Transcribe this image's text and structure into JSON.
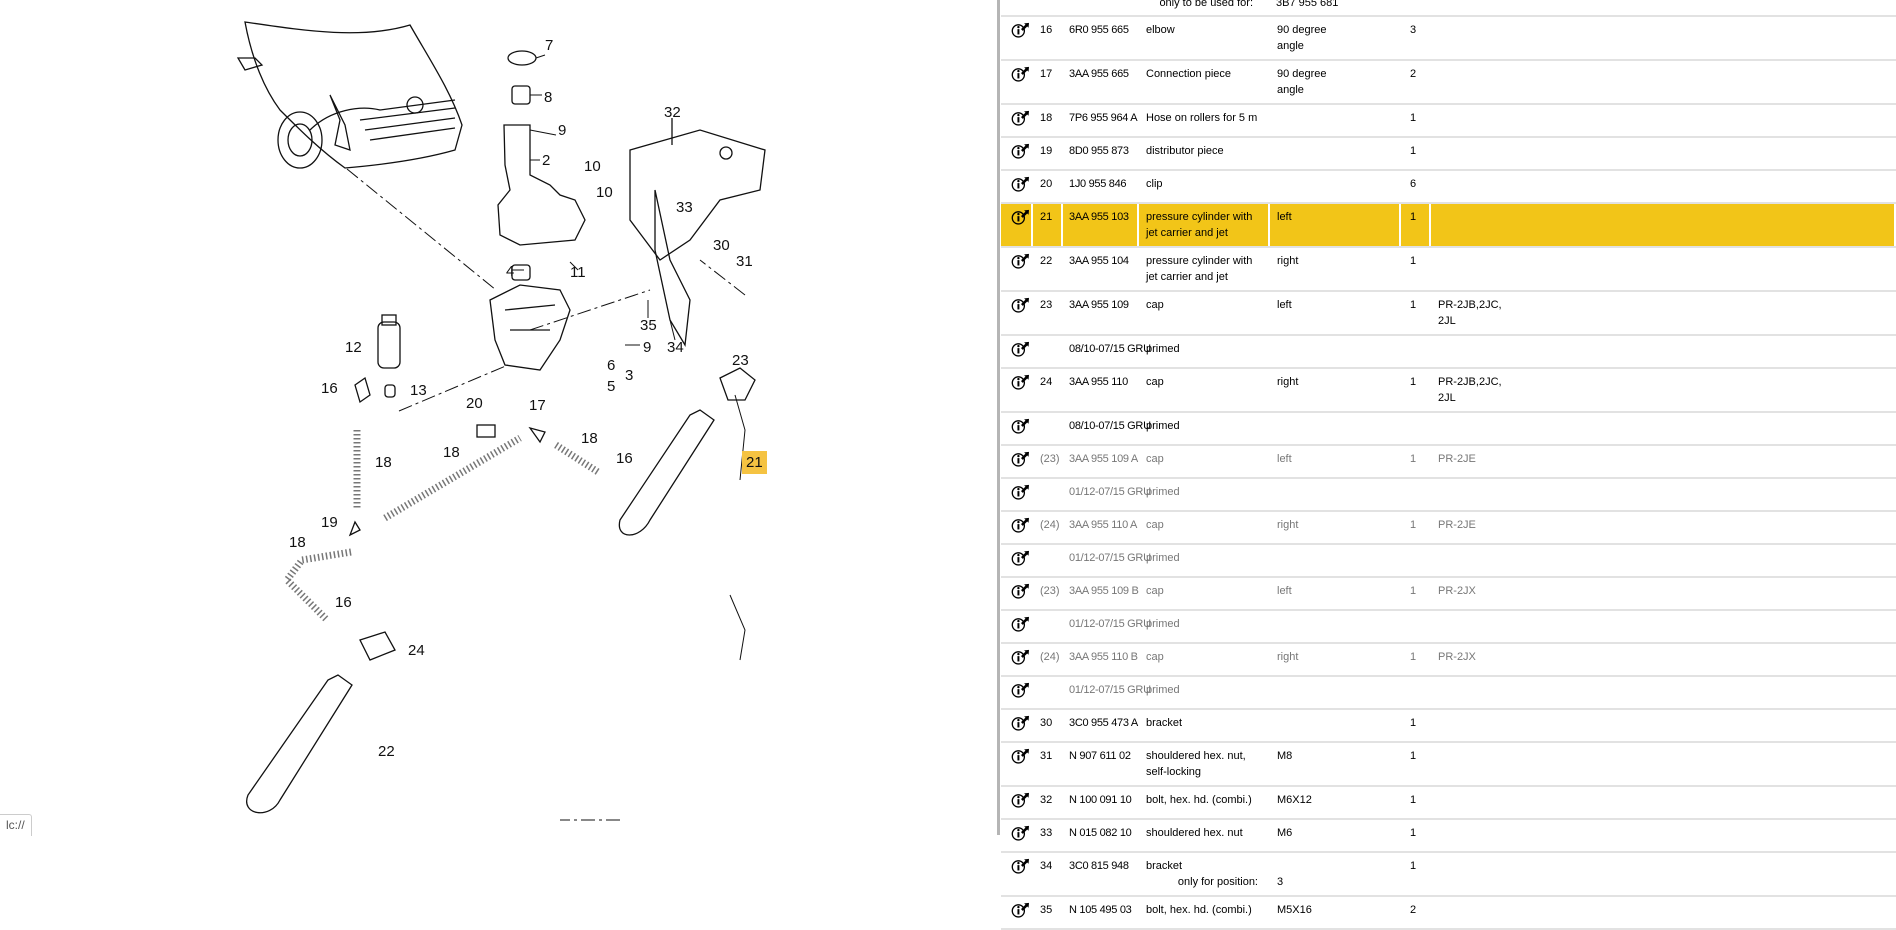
{
  "status_bar": {
    "text": "lc://"
  },
  "diagram": {
    "highlight_color": "#f5c342",
    "labels": {
      "l7": "7",
      "l8": "8",
      "l9a": "9",
      "l2": "2",
      "l10a": "10",
      "l10b": "10",
      "l32": "32",
      "l33": "33",
      "l30": "30",
      "l31": "31",
      "l4": "4",
      "l11": "11",
      "l35": "35",
      "l34": "34",
      "l9b": "9",
      "l12": "12",
      "l6": "6",
      "l3": "3",
      "l5": "5",
      "l16a": "16",
      "l13": "13",
      "l23": "23",
      "l20": "20",
      "l17": "17",
      "l18a": "18",
      "l18b": "18",
      "l18c": "18",
      "l21": "21",
      "l16b": "16",
      "l19": "19",
      "l18d": "18",
      "l16c": "16",
      "l24": "24",
      "l22": "22"
    }
  },
  "table": {
    "highlight_color": "#f2c518",
    "top_note": {
      "label": "only to be used for:",
      "value": "3B7 955 681"
    },
    "rows": [
      {
        "no": "16",
        "part": "6R0 955 665",
        "desc": "elbow",
        "remark": "90 degree angle",
        "qty": "3",
        "model": "",
        "style": "normal"
      },
      {
        "no": "17",
        "part": "3AA 955 665",
        "desc": "Connection piece",
        "remark": "90 degree angle",
        "qty": "2",
        "model": "",
        "style": "normal"
      },
      {
        "no": "18",
        "part": "7P6 955 964 A",
        "desc": "Hose on rollers for 5 m",
        "remark": "",
        "qty": "1",
        "model": "",
        "style": "normal"
      },
      {
        "no": "19",
        "part": "8D0 955 873",
        "desc": "distributor piece",
        "remark": "",
        "qty": "1",
        "model": "",
        "style": "normal"
      },
      {
        "no": "20",
        "part": "1J0 955 846",
        "desc": "clip",
        "remark": "",
        "qty": "6",
        "model": "",
        "style": "normal"
      },
      {
        "no": "21",
        "part": "3AA 955 103",
        "desc": "pressure cylinder with jet carrier and jet",
        "remark": "left",
        "qty": "1",
        "model": "",
        "style": "highlight"
      },
      {
        "no": "22",
        "part": "3AA 955 104",
        "desc": "pressure cylinder with jet carrier and jet",
        "remark": "right",
        "qty": "1",
        "model": "",
        "style": "normal"
      },
      {
        "no": "23",
        "part": "3AA 955 109",
        "desc": "cap",
        "remark": "left",
        "qty": "1",
        "model": "PR-2JB,2JC, 2JL",
        "style": "normal"
      },
      {
        "no": "",
        "part": "08/10-07/15 GRU",
        "desc": "primed",
        "remark": "",
        "qty": "",
        "model": "",
        "style": "normal"
      },
      {
        "no": "24",
        "part": "3AA 955 110",
        "desc": "cap",
        "remark": "right",
        "qty": "1",
        "model": "PR-2JB,2JC, 2JL",
        "style": "normal"
      },
      {
        "no": "",
        "part": "08/10-07/15 GRU",
        "desc": "primed",
        "remark": "",
        "qty": "",
        "model": "",
        "style": "normal"
      },
      {
        "no": "(23)",
        "part": "3AA 955 109 A",
        "desc": "cap",
        "remark": "left",
        "qty": "1",
        "model": "PR-2JE",
        "style": "gray"
      },
      {
        "no": "",
        "part": "01/12-07/15 GRU",
        "desc": "primed",
        "remark": "",
        "qty": "",
        "model": "",
        "style": "gray"
      },
      {
        "no": "(24)",
        "part": "3AA 955 110 A",
        "desc": "cap",
        "remark": "right",
        "qty": "1",
        "model": "PR-2JE",
        "style": "gray"
      },
      {
        "no": "",
        "part": "01/12-07/15 GRU",
        "desc": "primed",
        "remark": "",
        "qty": "",
        "model": "",
        "style": "gray"
      },
      {
        "no": "(23)",
        "part": "3AA 955 109 B",
        "desc": "cap",
        "remark": "left",
        "qty": "1",
        "model": "PR-2JX",
        "style": "gray"
      },
      {
        "no": "",
        "part": "01/12-07/15 GRU",
        "desc": "primed",
        "remark": "",
        "qty": "",
        "model": "",
        "style": "gray"
      },
      {
        "no": "(24)",
        "part": "3AA 955 110 B",
        "desc": "cap",
        "remark": "right",
        "qty": "1",
        "model": "PR-2JX",
        "style": "gray"
      },
      {
        "no": "",
        "part": "01/12-07/15 GRU",
        "desc": "primed",
        "remark": "",
        "qty": "",
        "model": "",
        "style": "gray"
      },
      {
        "no": "30",
        "part": "3C0 955 473 A",
        "desc": "bracket",
        "remark": "",
        "qty": "1",
        "model": "",
        "style": "normal"
      },
      {
        "no": "31",
        "part": "N  907 611 02",
        "desc": "shouldered hex. nut, self-locking",
        "remark": "M8",
        "qty": "1",
        "model": "",
        "style": "normal"
      },
      {
        "no": "32",
        "part": "N  100 091 10",
        "desc": "bolt, hex. hd. (combi.)",
        "remark": "M6X12",
        "qty": "1",
        "model": "",
        "style": "normal"
      },
      {
        "no": "33",
        "part": "N  015 082 10",
        "desc": "shouldered hex. nut",
        "remark": "M6",
        "qty": "1",
        "model": "",
        "style": "normal"
      },
      {
        "no": "34",
        "part": "3C0 815 948",
        "desc": "bracket",
        "remark": "",
        "qty": "1",
        "model": "",
        "style": "normal",
        "note": {
          "label": "only for position:",
          "value": "3"
        }
      },
      {
        "no": "35",
        "part": "N  105 495 03",
        "desc": "bolt, hex. hd. (combi.)",
        "remark": "M5X16",
        "qty": "2",
        "model": "",
        "style": "normal"
      }
    ]
  }
}
